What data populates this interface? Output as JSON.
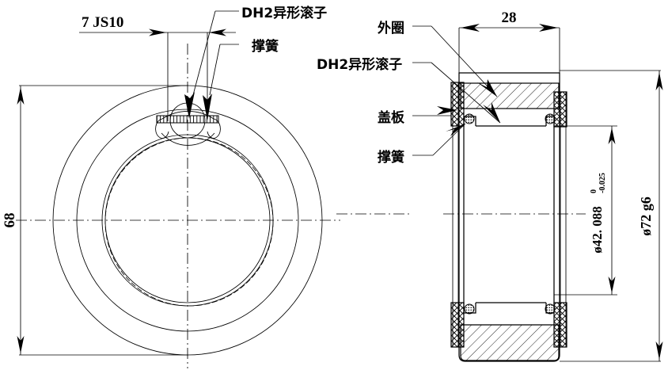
{
  "drawing": {
    "title": "One-way clutch bearing engineering drawing",
    "views": [
      {
        "id": "front-view",
        "name": "front-circular-view"
      },
      {
        "id": "section-view",
        "name": "cross-section-view"
      }
    ]
  },
  "dimensions": {
    "width_tol": "7  JS10",
    "outer_diameter_left": "68",
    "section_width": "28",
    "bore_diameter": "42.088",
    "bore_tol_upper": "0",
    "bore_tol_lower": "-0.025",
    "bore_prefix": "ø",
    "bore_full": "ø42. 088",
    "outer_diameter_section": "ø72  g6"
  },
  "callouts": {
    "roller_left": "DH2异形滚子",
    "spring_left": "撑簧",
    "outer_ring": "外圈",
    "roller_right": "DH2异形滚子",
    "cover_plate": "盖板",
    "spring_right": "撑簧"
  },
  "colors": {
    "line": "#000000",
    "background": "#ffffff"
  }
}
